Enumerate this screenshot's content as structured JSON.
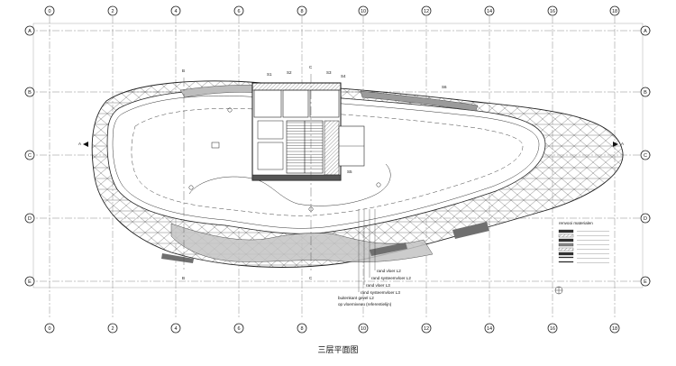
{
  "caption": "三层平面图",
  "grid": {
    "columns": [
      "0",
      "2",
      "4",
      "6",
      "8",
      "10",
      "12",
      "14",
      "16",
      "18"
    ],
    "rows": [
      "A",
      "B",
      "C",
      "D",
      "E"
    ]
  },
  "section_marks": {
    "A": "A",
    "B": "B",
    "C": "C"
  },
  "stair_labels": [
    "S1",
    "S2",
    "S3",
    "S4",
    "S5",
    "S6"
  ],
  "leader_notes": [
    "rand vloer L2",
    "rand systeemvloer L2",
    "rand vloer L3",
    "rand systeemvloer L3",
    "buitenkant gevel L2",
    "op vloerniveau (referentielijn)"
  ],
  "legend": {
    "title": "renvooi materialen",
    "items": [
      {
        "label": "",
        "pattern": "dark"
      },
      {
        "label": "",
        "pattern": "hatch"
      },
      {
        "label": "",
        "pattern": "dark"
      },
      {
        "label": "",
        "pattern": "dots"
      },
      {
        "label": "",
        "pattern": "hatch"
      },
      {
        "label": "",
        "pattern": "dark"
      },
      {
        "label": "",
        "pattern": "line"
      },
      {
        "label": "",
        "pattern": "line"
      }
    ]
  },
  "colors": {
    "line": "#222222",
    "glazing_hatch": "#7a7a7a",
    "grey_fill": "#b5b5b5",
    "grid": "#8a8a8a"
  }
}
